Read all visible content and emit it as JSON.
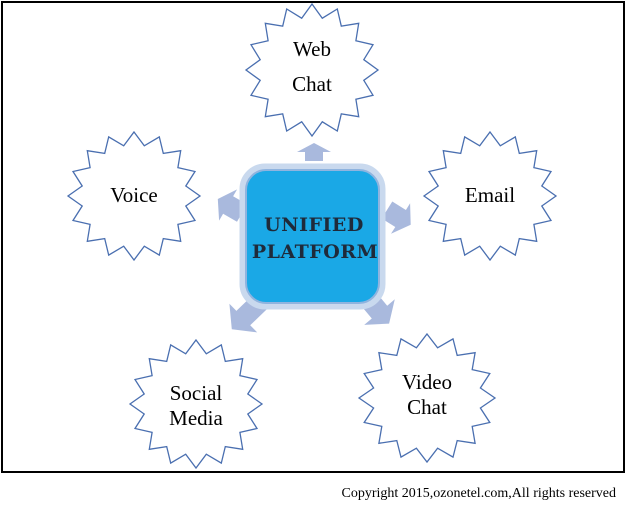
{
  "diagram": {
    "hub": {
      "line1": "UNIFIED",
      "line2": "PLATFORM"
    },
    "nodes": {
      "web_chat": {
        "line1": "Web",
        "line2": "Chat"
      },
      "email": {
        "line1": "Email"
      },
      "voice": {
        "line1": "Voice"
      },
      "social_media": {
        "line1": "Social",
        "line2": "Media"
      },
      "video_chat": {
        "line1": "Video",
        "line2": "Chat"
      }
    }
  },
  "footer": {
    "copyright": "Copyright 2015,ozonetel.com,All rights reserved"
  },
  "colors": {
    "frame": "#000000",
    "hub_fill": "#1aa8e6",
    "hub_border": "#8fb4df",
    "arrow": "#a9b9dd",
    "burst_stroke": "#4a6fb0"
  }
}
